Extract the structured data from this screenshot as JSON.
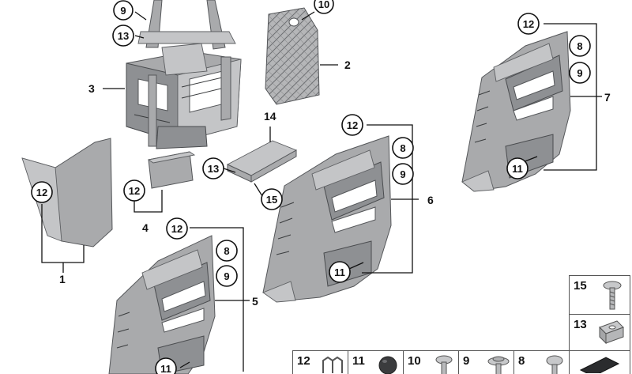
{
  "callouts": {
    "c9_top": "9",
    "c13_top": "13",
    "c10_top": "10",
    "l2": "2",
    "l3": "3",
    "c12_7": "12",
    "c8_7": "8",
    "c9_7": "9",
    "l7": "7",
    "c11_7": "11",
    "l14": "14",
    "c12_6": "12",
    "c8_6": "8",
    "c9_6": "9",
    "l6": "6",
    "c11_6": "11",
    "c13_14": "13",
    "c15_14": "15",
    "c12_4": "12",
    "l4": "4",
    "c12_1": "12",
    "l1": "1",
    "c12_5": "12",
    "c8_5": "8",
    "c9_5": "9",
    "l5": "5",
    "c11_5": "11"
  },
  "legend": {
    "right": [
      "15",
      "13"
    ],
    "bottom": [
      "12",
      "11",
      "10",
      "9",
      "8"
    ]
  }
}
